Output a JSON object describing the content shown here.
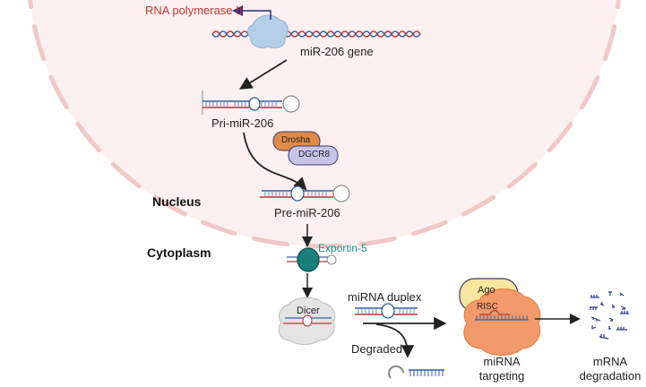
{
  "figure": {
    "title": "miR-206 biogenesis pathway",
    "compartments": {
      "nucleus": "Nucleus",
      "cytoplasm": "Cytoplasm"
    },
    "labels": {
      "rna_pol": "RNA polymerase II",
      "gene": "miR-206 gene",
      "pri": "Pri-miR-206",
      "drosha": "Drosha",
      "dgcr8": "DGCR8",
      "pre": "Pre-miR-206",
      "exportin": "Exportin-5",
      "dicer": "Dicer",
      "duplex": "miRNA duplex",
      "degraded": "Degraded",
      "ago": "Ago",
      "risc": "RISC",
      "targeting_line1": "miRNA",
      "targeting_line2": "targeting",
      "mrna_line1": "mRNA",
      "mrna_line2": "degradation"
    },
    "colors": {
      "nucleus_fill": "#fdf0f0",
      "membrane": "#f0c8c8",
      "rna_pol_text": "#c0392b",
      "exportin_text": "#1a8f87",
      "drosha": "#e08a4a",
      "dgcr8": "#c8c4e8",
      "ago": "#f7e6a0",
      "risc": "#f29a6a",
      "strand_blue": "#3060a0",
      "strand_red": "#c03030",
      "exportin_fill": "#1a7f7a"
    }
  }
}
